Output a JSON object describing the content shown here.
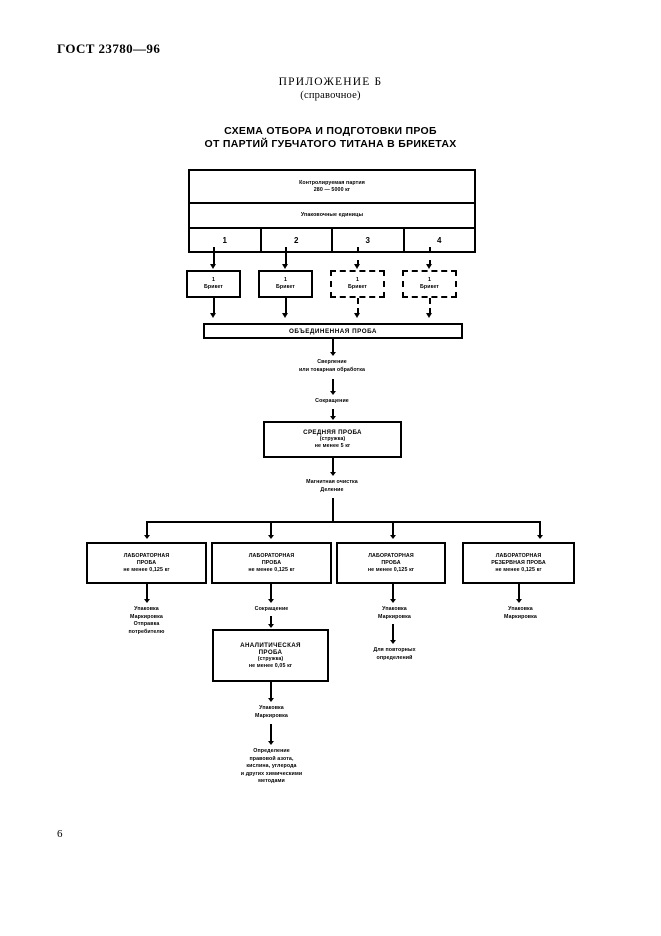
{
  "header": {
    "standard": "ГОСТ 23780—96",
    "appendix": "ПРИЛОЖЕНИЕ Б",
    "appendix_sub": "(справочное)"
  },
  "diagram": {
    "title_line1": "СХЕМА ОТБОРА И ПОДГОТОВКИ ПРОБ",
    "title_line2": "ОТ ПАРТИЙ ГУБЧАТОГО ТИТАНА В БРИКЕТАХ",
    "lot": {
      "label": "Контролируемая партия",
      "range": "280 — 5000 кг"
    },
    "packing_units": "Упаковочные единицы",
    "unit_numbers": [
      "1",
      "2",
      "3",
      "4"
    ],
    "briquettes": [
      {
        "count": "1",
        "label": "Брикет",
        "style": "solid"
      },
      {
        "count": "1",
        "label": "Брикет",
        "style": "solid"
      },
      {
        "count": "1",
        "label": "Брикет",
        "style": "dashed"
      },
      {
        "count": "1",
        "label": "Брикет",
        "style": "dashed"
      }
    ],
    "combined_sample": "ОБЪЕДИНЕННАЯ ПРОБА",
    "op_drilling_1": "Сверление",
    "op_drilling_2": "или токарная обработка",
    "op_reduction_1": "Сокращение",
    "mean_sample": {
      "title": "СРЕДНЯЯ ПРОБА",
      "kind": "(стружка)",
      "mass": "не менее 5 кг"
    },
    "op_magnetic": "Магнитная очистка",
    "op_division": "Деление",
    "lab_samples": [
      {
        "title_1": "ЛАБОРАТОРНАЯ",
        "title_2": "ПРОБА",
        "mass": "не менее 0,125 кг"
      },
      {
        "title_1": "ЛАБОРАТОРНАЯ",
        "title_2": "ПРОБА",
        "mass": "не менее 0,125 кг"
      },
      {
        "title_1": "ЛАБОРАТОРНАЯ",
        "title_2": "ПРОБА",
        "mass": "не менее 0,125 кг"
      },
      {
        "title_1": "ЛАБОРАТОРНАЯ",
        "title_2": "РЕЗЕРВНАЯ ПРОБА",
        "mass": "не менее 0,125 кг"
      }
    ],
    "col1_actions": [
      "Упаковка",
      "Маркировка",
      "Отправка",
      "потребителю"
    ],
    "col2_reduction": "Сокращение",
    "analytic_sample": {
      "title_1": "АНАЛИТИЧЕСКАЯ",
      "title_2": "ПРОБА",
      "kind": "(стружка)",
      "mass": "не менее 0,05 кг"
    },
    "col2_actions": [
      "Упаковка",
      "Маркировка"
    ],
    "col2_final": [
      "Определение",
      "правовой азота,",
      "кислина, углерода",
      "и других химическими",
      "методами"
    ],
    "col3_actions": [
      "Упаковка",
      "Маркировка"
    ],
    "col3_repeat": [
      "Для повторных",
      "определений"
    ],
    "col4_actions": [
      "Упаковка",
      "Маркировка"
    ]
  },
  "footer": {
    "page": "6"
  }
}
